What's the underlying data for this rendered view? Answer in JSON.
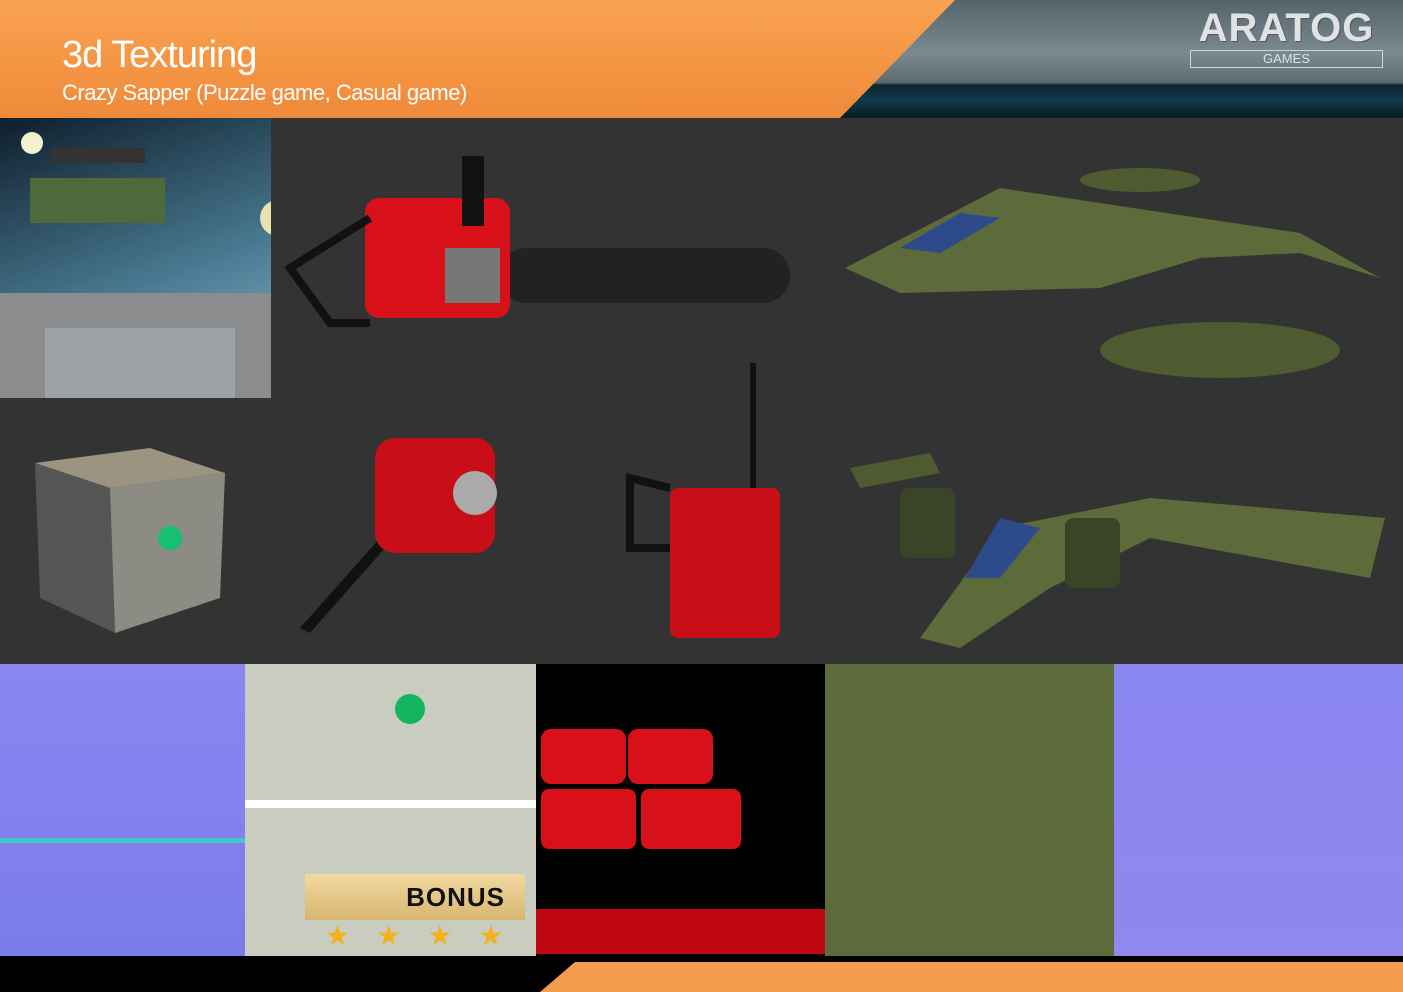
{
  "header": {
    "title": "3d Texturing",
    "subtitle": "Crazy Sapper (Puzzle game, Casual game)"
  },
  "logo": {
    "name": "ARATOG",
    "sub": "GAMES"
  },
  "textures": {
    "bonus_label": "BONUS",
    "stars": "★★★★"
  },
  "colors": {
    "accent": "#f59b4c",
    "background": "#333333",
    "normal_map": "#8a86f0",
    "chainsaw_red": "#d8101a",
    "plane_green": "#5d6b3a"
  }
}
